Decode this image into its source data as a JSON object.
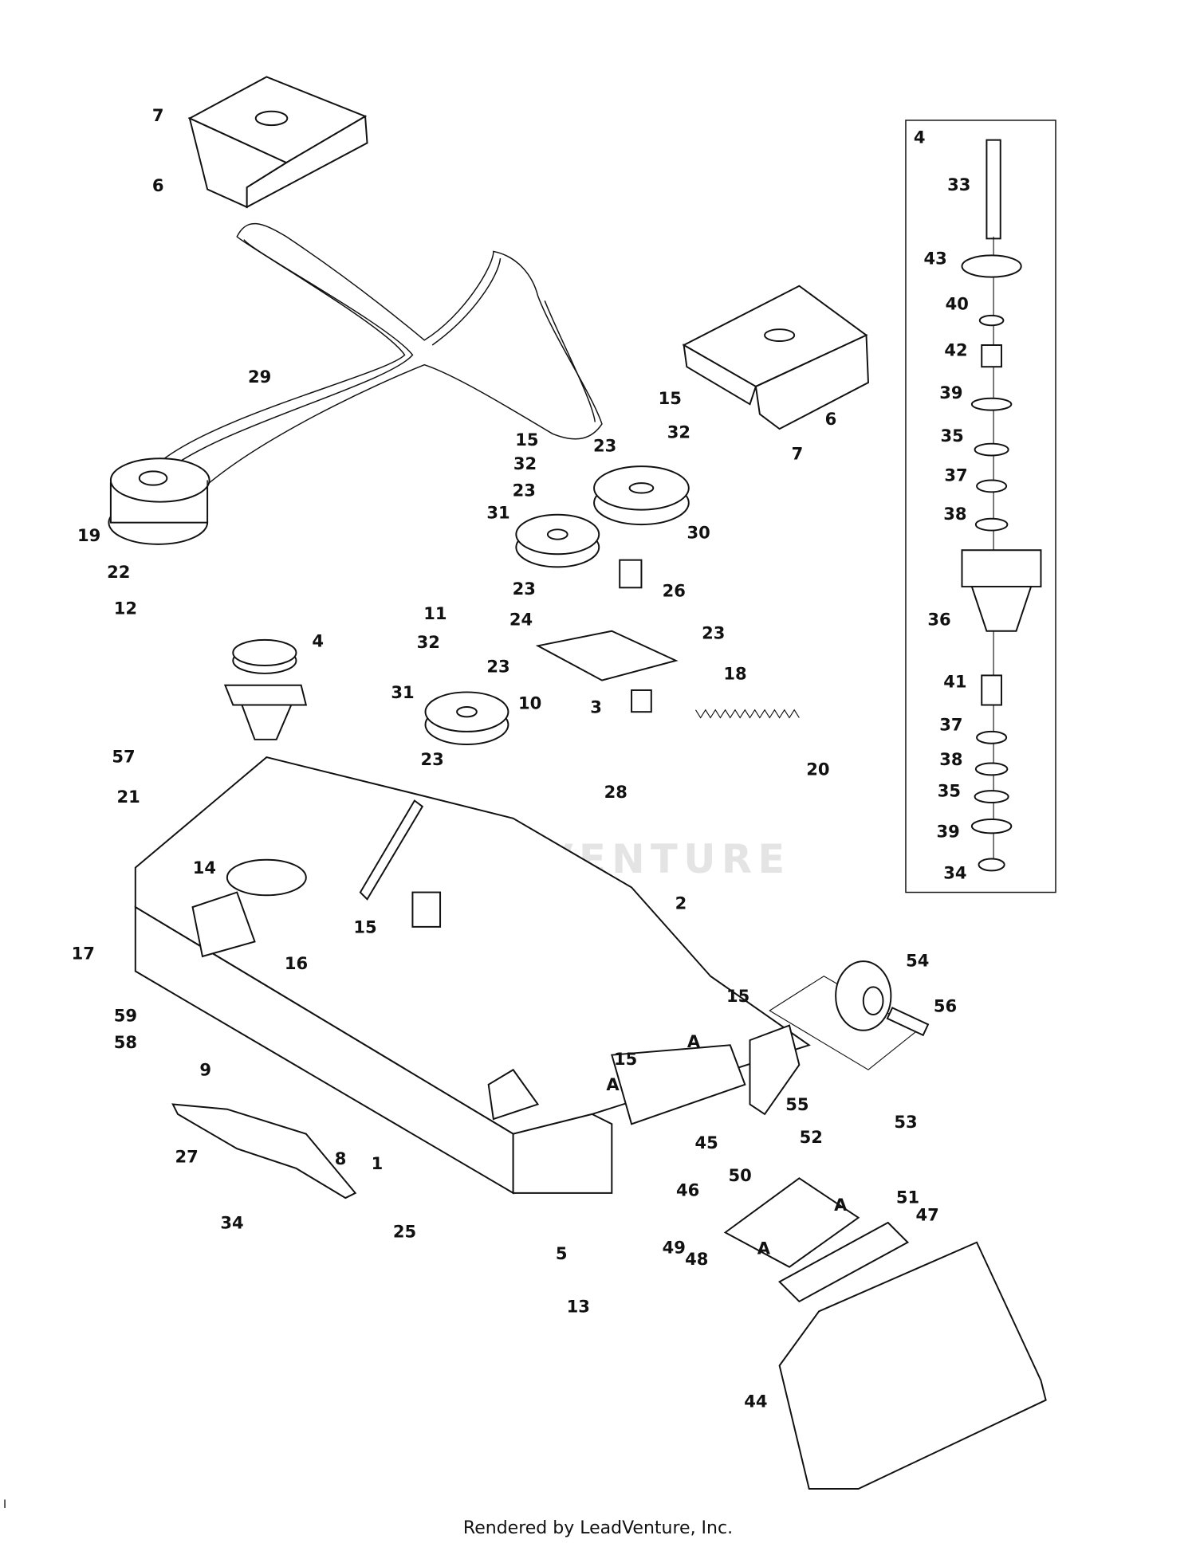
{
  "diagram": {
    "callouts": [
      "7",
      "6",
      "29",
      "19",
      "22",
      "12",
      "4",
      "57",
      "21",
      "14",
      "17",
      "16",
      "59",
      "58",
      "9",
      "27",
      "8",
      "1",
      "34",
      "25",
      "5",
      "13",
      "15",
      "32",
      "7",
      "6",
      "15",
      "32",
      "23",
      "23",
      "30",
      "31",
      "26",
      "23",
      "24",
      "11",
      "32",
      "23",
      "23",
      "18",
      "10",
      "3",
      "31",
      "23",
      "20",
      "28",
      "15",
      "2",
      "15",
      "54",
      "56",
      "A",
      "15",
      "A",
      "55",
      "53",
      "45",
      "52",
      "50",
      "A",
      "46",
      "51",
      "47",
      "49",
      "48",
      "A",
      "44"
    ],
    "inset": {
      "title": "4",
      "callouts": [
        "33",
        "43",
        "40",
        "42",
        "39",
        "35",
        "37",
        "38",
        "36",
        "41",
        "37",
        "38",
        "35",
        "39",
        "34"
      ]
    },
    "watermark": "LEADVENTURE"
  },
  "footer": {
    "text": "Rendered by LeadVenture, Inc.",
    "corner_mark": "I"
  }
}
